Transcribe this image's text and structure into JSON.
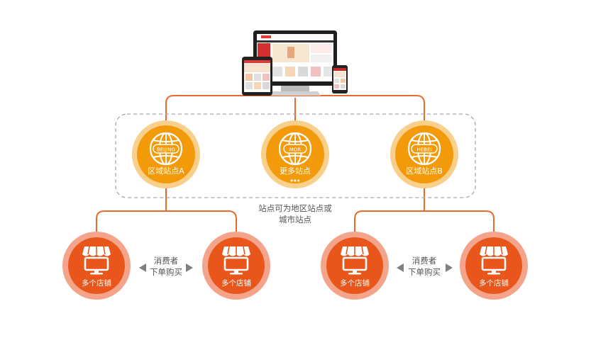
{
  "devices": {
    "name": "multi-device-screens"
  },
  "region_nodes": [
    {
      "badge": "BEIJING",
      "label": "区域站点A"
    },
    {
      "badge": "MOR",
      "label": "更多站点",
      "dots": "● ● ●"
    },
    {
      "badge": "HEBEI",
      "label": "区域站点B"
    }
  ],
  "region_note": {
    "line1": "站点可为地区站点或",
    "line2": "城市站点"
  },
  "stores": [
    {
      "label": "多个店铺"
    },
    {
      "label": "多个店铺"
    },
    {
      "label": "多个店铺"
    },
    {
      "label": "多个店铺"
    }
  ],
  "consumer_notes": [
    {
      "line1": "消费者",
      "line2": "下单购买"
    },
    {
      "line1": "消费者",
      "line2": "下单购买"
    }
  ],
  "colors": {
    "line": "#e8692a",
    "dash": "#a6a6a6",
    "region_fill": "#f29a0a",
    "region_ring": "#f9d08b",
    "store_fill": "#e8561c",
    "store_ring": "#f4a48b",
    "arrow": "#7f7f7f",
    "text_dark": "#555555"
  }
}
